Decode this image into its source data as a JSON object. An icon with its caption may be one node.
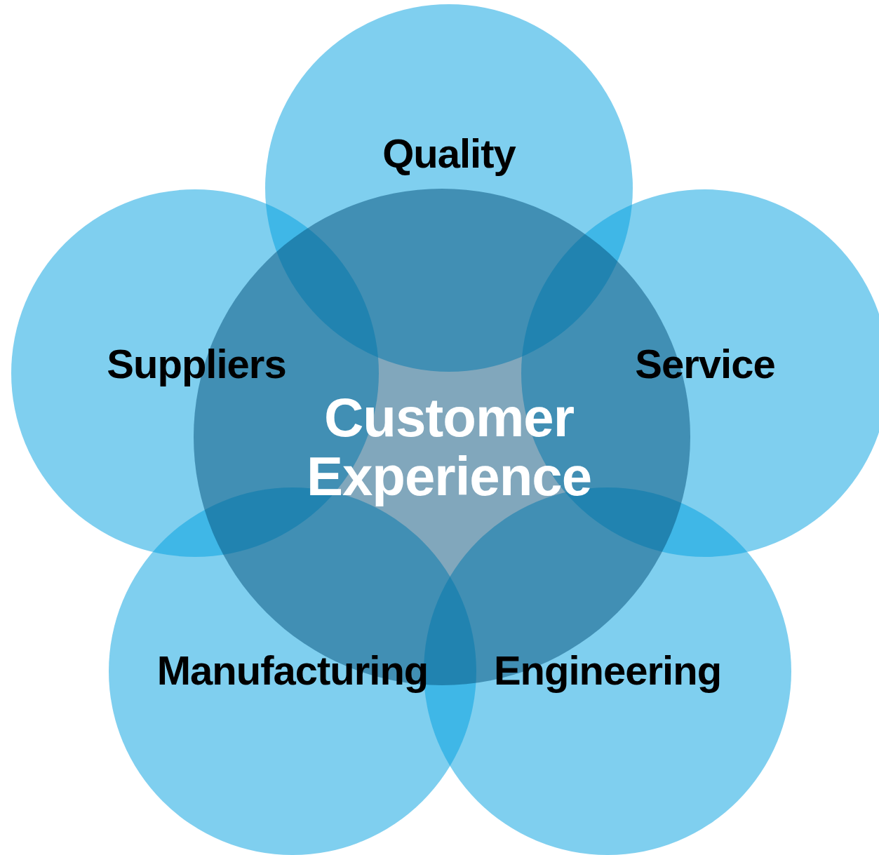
{
  "diagram": {
    "nodes": [
      {
        "text": [
          "Quality"
        ]
      },
      {
        "text": [
          "Suppliers"
        ]
      },
      {
        "text": [
          "Customer Experience"
        ]
      },
      {
        "text": [
          "Service"
        ]
      },
      {
        "text": [
          "Manufacturing"
        ]
      },
      {
        "text": [
          "Engineering"
        ]
      }
    ]
  }
}
